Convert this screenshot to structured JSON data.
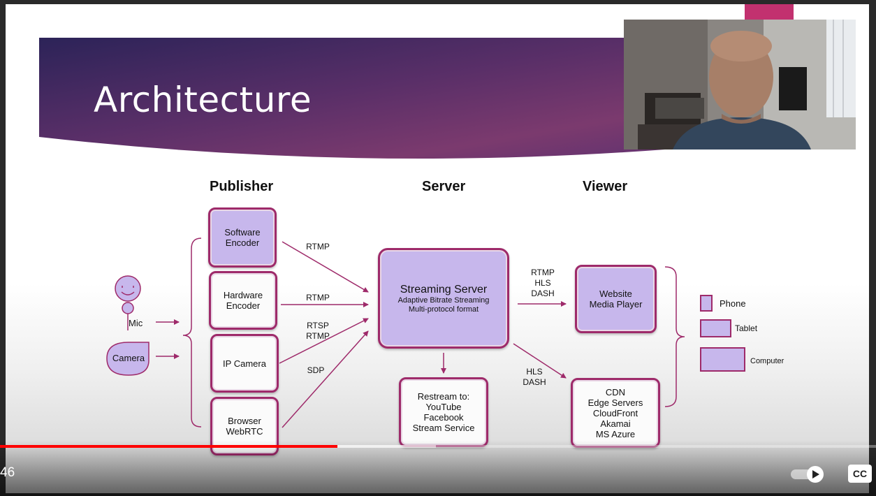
{
  "player": {
    "time_display": "46",
    "progress_fraction": 0.385,
    "buffered_fraction": 0.498,
    "autoplay_toggle_icon": "play-icon",
    "captions_label": "CC",
    "accent_color": "#ff0000"
  },
  "slide": {
    "title": "Architecture",
    "accent_color": "#9e2a6a",
    "box_fill_color": "#c7b7ec",
    "columns": {
      "publisher": "Publisher",
      "server": "Server",
      "viewer": "Viewer"
    },
    "sources": {
      "mic": "Mic",
      "camera": "Camera"
    },
    "publishers": {
      "software_encoder": "Software\nEncoder",
      "hardware_encoder": "Hardware\nEncoder",
      "ip_camera": "IP Camera",
      "browser": "Browser\nWebRTC"
    },
    "protocols": {
      "p1": "RTMP",
      "p2": "RTMP",
      "p3": "RTSP\nRTMP",
      "p4": "SDP",
      "to_player": "RTMP\nHLS\nDASH",
      "to_cdn": "HLS\nDASH"
    },
    "server": {
      "title": "Streaming Server",
      "line1": "Adaptive Bitrate Streaming",
      "line2": "Multi-protocol format"
    },
    "restream": "Restream to:\nYouTube\nFacebook\nStream Service",
    "viewers": {
      "player": "Website\nMedia Player",
      "cdn": "CDN\nEdge Servers\nCloudFront\nAkamai\nMS Azure"
    },
    "devices": {
      "phone": "Phone",
      "tablet": "Tablet",
      "computer": "Computer"
    }
  }
}
